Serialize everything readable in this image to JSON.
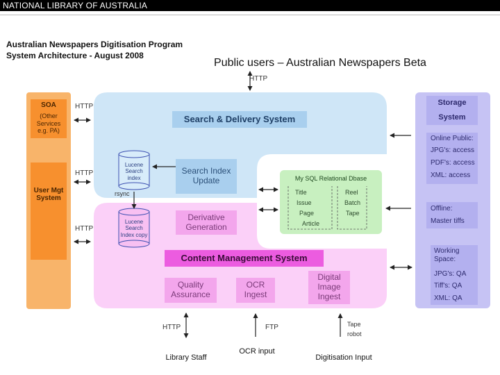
{
  "header": {
    "library_name": "NATIONAL LIBRARY OF AUSTRALIA"
  },
  "titles": {
    "line1": "Australian Newspapers Digitisation Program",
    "line2": "System Architecture - August 2008",
    "public_users": "Public users – Australian Newspapers Beta"
  },
  "left_column": {
    "soa": {
      "heading": "SOA",
      "detail": "(Other Services e.g. PA)"
    },
    "user_mgt": "User Mgt System"
  },
  "protocols": {
    "http_top": "HTTP",
    "http_soa": "HTTP",
    "http_user": "HTTP",
    "http_cms": "HTTP",
    "rsync": "rsync",
    "http_bottom": "HTTP",
    "ftp": "FTP",
    "tape_robot": "Tape robot"
  },
  "search_delivery": {
    "title": "Search & Delivery System",
    "lucene_index": "Lucene Search index",
    "index_update": "Search Index Update"
  },
  "cms": {
    "title": "Content Management System",
    "lucene_copy": "Lucene Search Index copy",
    "derivative": "Derivative Generation",
    "quality": "Quality Assurance",
    "ocr_ingest": "OCR Ingest",
    "image_ingest": "Digital Image Ingest"
  },
  "mysql": {
    "title": "My SQL Relational Dbase",
    "left_table": [
      "Title",
      "Issue",
      "Page",
      "Article"
    ],
    "right_table": [
      "Reel",
      "Batch",
      "Tape"
    ]
  },
  "storage": {
    "title": "Storage System",
    "online_public": [
      "Online Public:",
      "JPG's: access",
      "PDF's: access",
      "XML: access"
    ],
    "offline": [
      "Offline:",
      "Master tiffs"
    ],
    "working": [
      "Working Space:",
      "JPG's: QA",
      "Tiff's: QA",
      "XML: QA"
    ]
  },
  "bottom_inputs": {
    "library_staff": "Library Staff",
    "ocr_input": "OCR input",
    "digitisation_input": "Digitisation Input"
  },
  "colors": {
    "search_panel": "#cfe6f7",
    "cms_panel": "#fbd0f8",
    "left_column": "#f8b46a",
    "left_box": "#f7902e",
    "storage_panel": "#c6c3f4",
    "mysql_panel": "#c8f0c0"
  }
}
